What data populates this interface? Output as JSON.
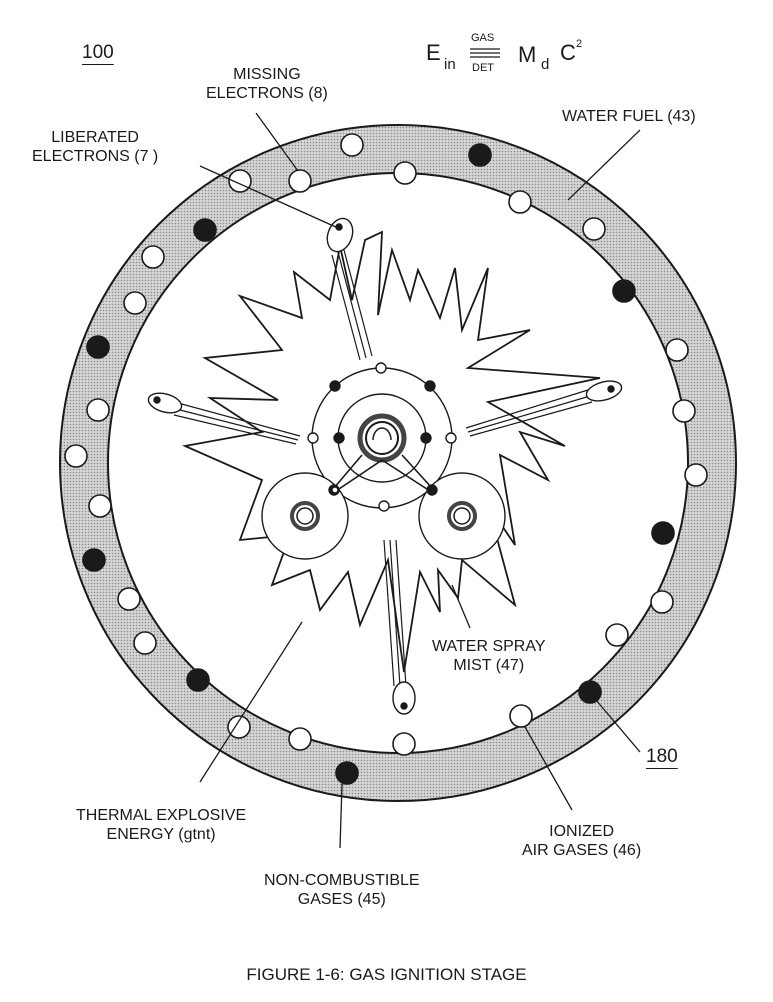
{
  "figure": {
    "caption": "FIGURE 1-6: GAS IGNITION STAGE",
    "ref_top": "100",
    "ref_bottom": "180"
  },
  "equation": {
    "E": "E",
    "in": "in",
    "gas": "GAS",
    "det": "DET",
    "M": "M",
    "d": "d",
    "C": "C",
    "sup": "2"
  },
  "labels": {
    "missing_1": "MISSING",
    "missing_2": "ELECTRONS (8)",
    "liberated_1": "LIBERATED",
    "liberated_2": "ELECTRONS (7 )",
    "water_fuel": "WATER FUEL (43)",
    "water_spray_1": "WATER SPRAY",
    "water_spray_2": "MIST (47)",
    "thermal_1": "THERMAL EXPLOSIVE",
    "thermal_2": "ENERGY (gtnt)",
    "ionized_1": "IONIZED",
    "ionized_2": "AIR GASES (46)",
    "noncomb_1": "NON-COMBUSTIBLE",
    "noncomb_2": "GASES (45)"
  },
  "colors": {
    "ring_fill": "#c9c9c9",
    "ink": "#1a1a1a"
  }
}
